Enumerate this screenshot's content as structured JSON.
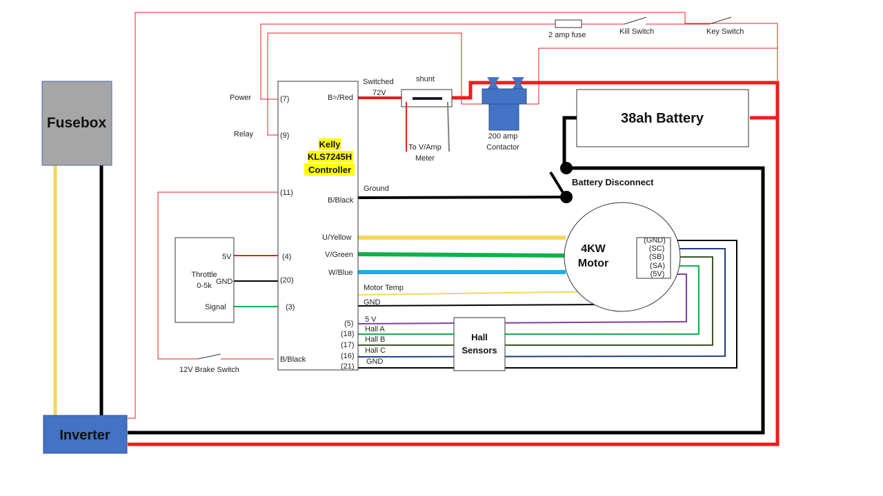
{
  "components": {
    "fusebox": "Fusebox",
    "inverter": "Inverter",
    "controller": [
      "Kelly",
      "KLS7245H",
      "Controller"
    ],
    "battery": "38ah Battery",
    "motor": [
      "4KW",
      "Motor"
    ],
    "hall_sensors": [
      "Hall",
      "Sensors"
    ],
    "throttle": [
      "Throttle",
      "0-5k"
    ],
    "shunt": "shunt",
    "contactor": [
      "200 amp",
      "Contactor"
    ],
    "meter": [
      "To V/Amp",
      "Meter"
    ],
    "battery_disconnect": "Battery Disconnect"
  },
  "top_wiring": {
    "fuse": "2 amp fuse",
    "kill_switch": "Kill Switch",
    "key_switch": "Key Switch"
  },
  "controller_left_labels": {
    "power": "Power",
    "relay": "Relay",
    "pin_7": "(7)",
    "pin_9": "(9)",
    "pin_11": "(11)",
    "pin_4": "(4)",
    "pin_20": "(20)",
    "pin_3": "(3)",
    "b_black_left": "B/Black"
  },
  "throttle_pins": {
    "v5": "5V",
    "gnd": "GND",
    "signal": "Signal"
  },
  "brake_switch": "12V Brake Switch",
  "controller_right_labels": {
    "switched": "Switched",
    "v72": "72V",
    "b_red": "B=/Red",
    "ground": "Ground",
    "b_black": "B/Black",
    "u_yellow": "U/Yellow",
    "v_green": "V/Green",
    "w_blue": "W/Blue",
    "motor_temp": "Motor Temp",
    "gnd": "GND",
    "hall_5v": "5 V",
    "hall_a": "Hall A",
    "hall_b": "Hall B",
    "hall_c": "Hall C",
    "hall_gnd": "GND"
  },
  "hall_pin_numbers": [
    "(5)",
    "(18)",
    "(17)",
    "(16)",
    "(21)"
  ],
  "motor_connector": [
    "(GND)",
    "(SC)",
    "(SB)",
    "(SA)",
    "(5V)"
  ],
  "colors": {
    "red": "#ee1c1c",
    "black": "#000000",
    "yellow": "#f5d65c",
    "green": "#10b04a",
    "blue": "#12b0ec",
    "purple": "#7a3fa8",
    "dark_blue": "#1f3a80",
    "dark_green": "#375623",
    "fusebox_fill": "#a6a6a6",
    "inverter_fill": "#4472c4",
    "highlight": "#ffff00"
  }
}
